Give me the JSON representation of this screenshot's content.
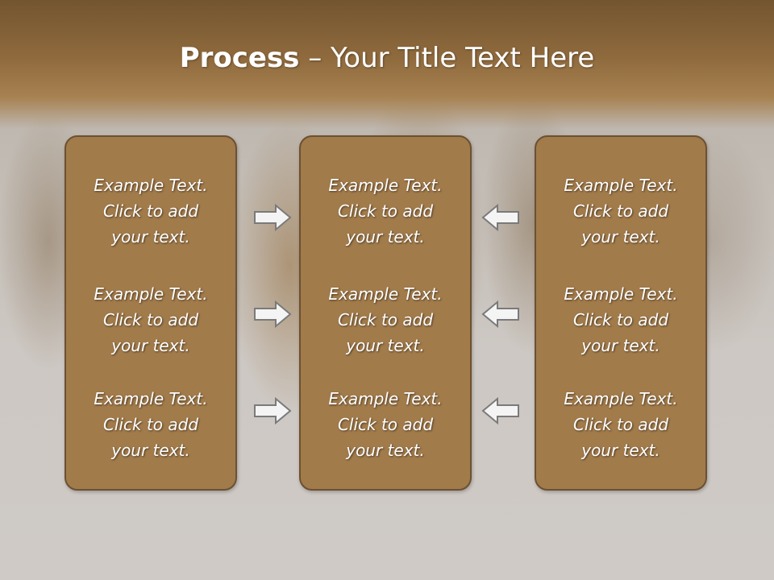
{
  "slide": {
    "title_bold": "Process",
    "title_rest": " – Your Title Text Here"
  },
  "boxes": [
    {
      "name": "left",
      "items": [
        {
          "line1": "Example Text.",
          "line2": "Click  to add",
          "line3": "your text."
        },
        {
          "line1": "Example Text.",
          "line2": "Click  to add",
          "line3": "your text."
        },
        {
          "line1": "Example Text.",
          "line2": "Click  to add",
          "line3": "your text."
        }
      ]
    },
    {
      "name": "center",
      "items": [
        {
          "line1": "Example Text.",
          "line2": "Click  to add",
          "line3": "your text."
        },
        {
          "line1": "Example Text.",
          "line2": "Click  to add",
          "line3": "your text."
        },
        {
          "line1": "Example Text.",
          "line2": "Click  to add",
          "line3": "your text."
        }
      ]
    },
    {
      "name": "right",
      "items": [
        {
          "line1": "Example Text.",
          "line2": "Click  to add",
          "line3": "your text."
        },
        {
          "line1": "Example Text.",
          "line2": "Click  to add",
          "line3": "your text."
        },
        {
          "line1": "Example Text.",
          "line2": "Click  to add",
          "line3": "your text."
        }
      ]
    }
  ],
  "arrows": {
    "left_column": "right-arrow-icon",
    "right_column": "left-arrow-icon"
  },
  "colors": {
    "box_fill": "#a27b4b",
    "box_border": "#6c5131",
    "title_band": "#8f6a3d",
    "arrow_fill": "#f4f4f4",
    "arrow_stroke": "#7a7a7a"
  }
}
